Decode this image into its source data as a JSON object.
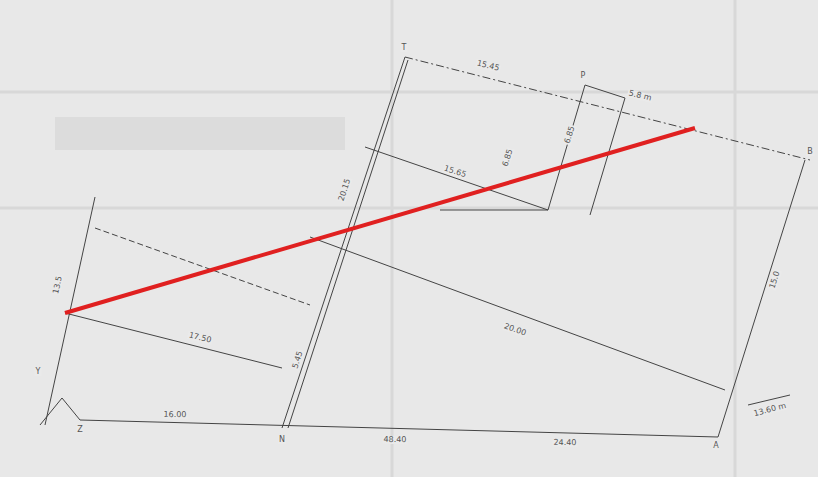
{
  "diagram": {
    "labels": [
      "T",
      "P",
      "B",
      "A",
      "N",
      "Z",
      "Y",
      "15.45",
      "5.8 m",
      "15.65",
      "6.85",
      "6.85",
      "20.15",
      "5.45",
      "17.50",
      "16.00",
      "48.40",
      "24.40",
      "20.00",
      "15.0",
      "13.5",
      "13.60 m"
    ]
  }
}
